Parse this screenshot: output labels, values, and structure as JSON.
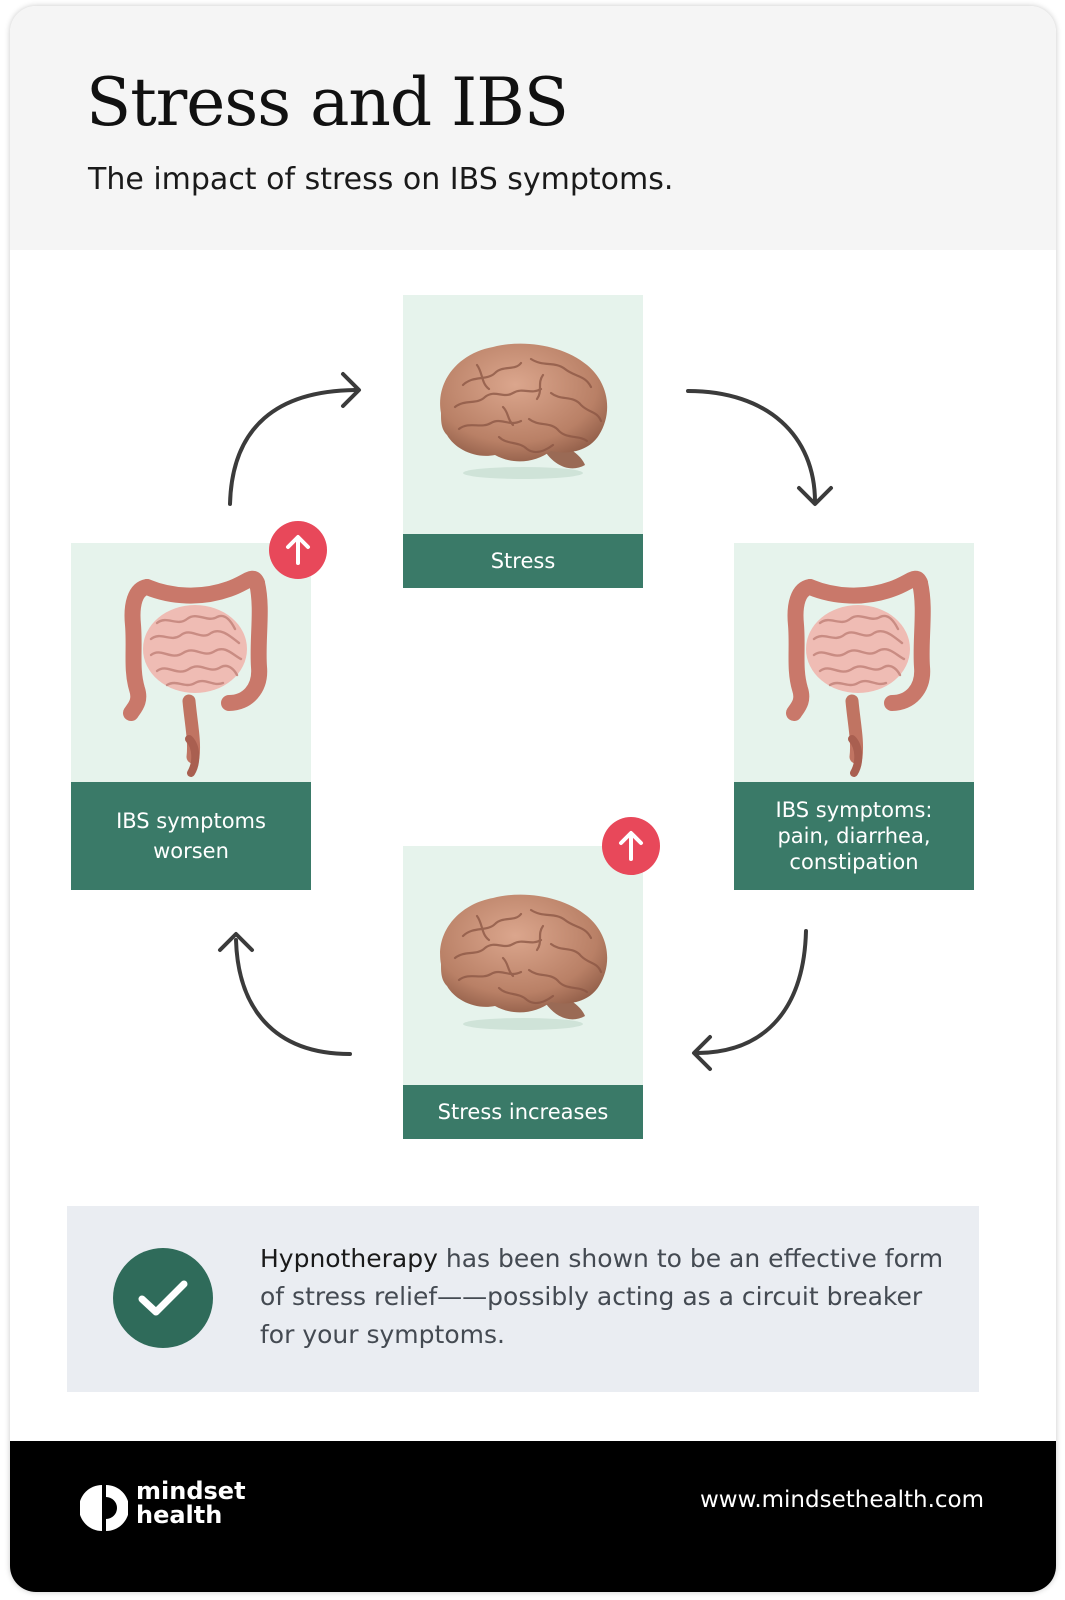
{
  "header": {
    "title": "Stress and IBS",
    "subtitle": "The impact of stress on IBS symptoms."
  },
  "cycle": {
    "steps": [
      {
        "label": "Stress",
        "illustration": "brain-illustration",
        "badge": false
      },
      {
        "label_lines": [
          "IBS symptoms:",
          "pain, diarrhea,",
          "constipation"
        ],
        "illustration": "intestines-illustration",
        "badge": false
      },
      {
        "label": "Stress increases",
        "illustration": "brain-illustration",
        "badge": true
      },
      {
        "label_lines": [
          "IBS symptoms",
          "worsen"
        ],
        "illustration": "intestines-illustration",
        "badge": true
      }
    ],
    "badge_icon": "arrow-up-icon",
    "colors": {
      "panel": "#e6f3ec",
      "label": "#3a7a68",
      "badge": "#e8485a",
      "arrow": "#3b3b3b"
    }
  },
  "info": {
    "highlight": "Hypnotherapy",
    "text": " has been shown to be an effective form of stress relief——possibly acting as a circuit breaker for your symptoms.",
    "icon": "checkmark-icon"
  },
  "footer": {
    "brand_line1": "mindset",
    "brand_line2": "health",
    "url": "www.mindsethealth.com"
  }
}
